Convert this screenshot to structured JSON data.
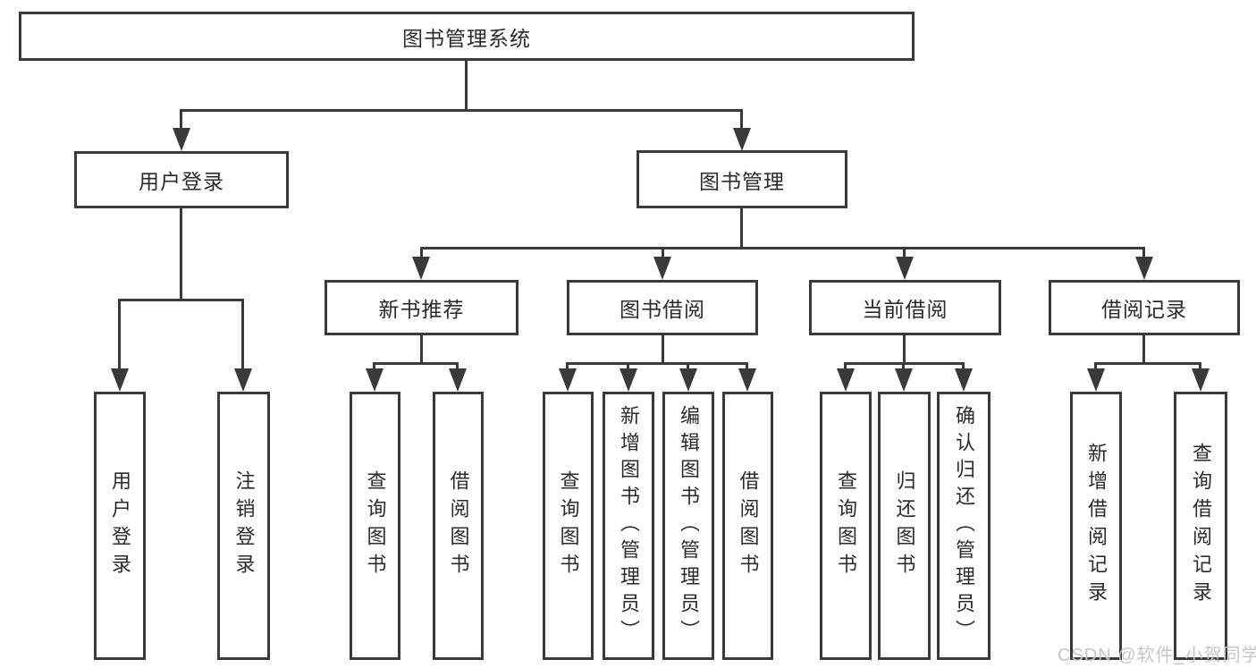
{
  "nodes": {
    "root": {
      "label": "图书管理系统"
    },
    "user_login": {
      "label": "用户登录"
    },
    "book_mgmt": {
      "label": "图书管理"
    },
    "new_rec": {
      "label": "新书推荐"
    },
    "book_borrow": {
      "label": "图书借阅"
    },
    "current_borrow": {
      "label": "当前借阅"
    },
    "borrow_record": {
      "label": "借阅记录"
    }
  },
  "leaves": {
    "a1": {
      "label": "用户登录"
    },
    "a2": {
      "label": "注销登录"
    },
    "b1": {
      "label": "查询图书"
    },
    "b2": {
      "label": "借阅图书"
    },
    "c1": {
      "label": "查询图书"
    },
    "c2": {
      "label": "新增图书（管理员）"
    },
    "c3": {
      "label": "编辑图书（管理员）"
    },
    "c4": {
      "label": "借阅图书"
    },
    "d1": {
      "label": "查询图书"
    },
    "d2": {
      "label": "归还图书"
    },
    "d3": {
      "label": "确认归还（管理员）"
    },
    "e1": {
      "label": "新增借阅记录"
    },
    "e2": {
      "label": "查询借阅记录"
    }
  },
  "watermark": {
    "text": "CSDN @软件_小贺同学"
  },
  "colors": {
    "line": "#3a3a3a",
    "text": "#2b2b2b",
    "watermark": "#c6c6c6",
    "background": "#ffffff"
  }
}
